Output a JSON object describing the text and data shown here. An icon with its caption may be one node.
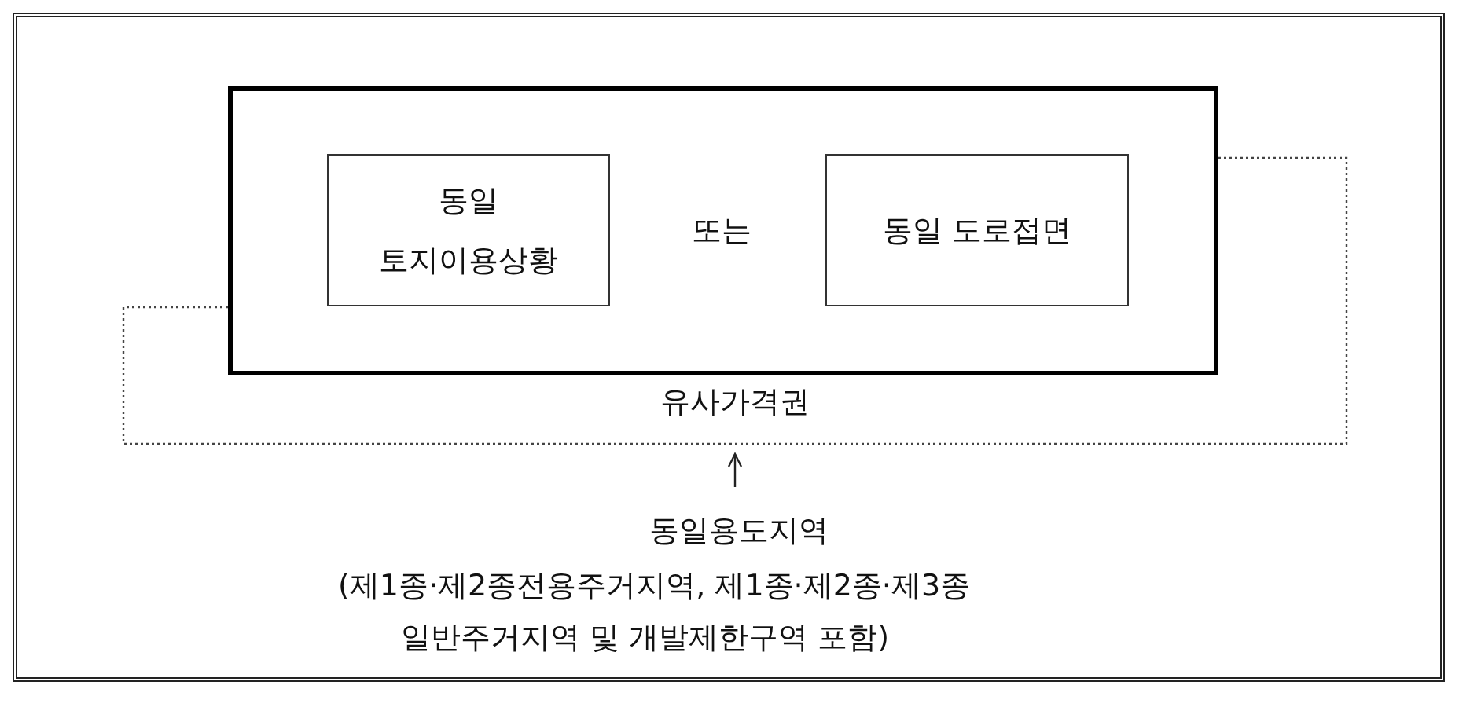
{
  "diagram": {
    "nodes": [
      {
        "text": [],
        "shape": "box"
      },
      {
        "text": [
          "동일 토지이용상황"
        ]
      },
      {
        "text": [
          "동일 도로접면"
        ]
      },
      {
        "text": [
          "유사가격권"
        ]
      },
      {
        "text": [
          "동일용도지역",
          "(제1종·제2종전용주거지역, 제1종·제2종·제3종 일반주거지역 및 개발제한구역 포함)"
        ]
      }
    ],
    "edges": [
      {
        "from": 4,
        "to": 3,
        "arrow": "to"
      }
    ],
    "labels": [
      "또는"
    ]
  }
}
